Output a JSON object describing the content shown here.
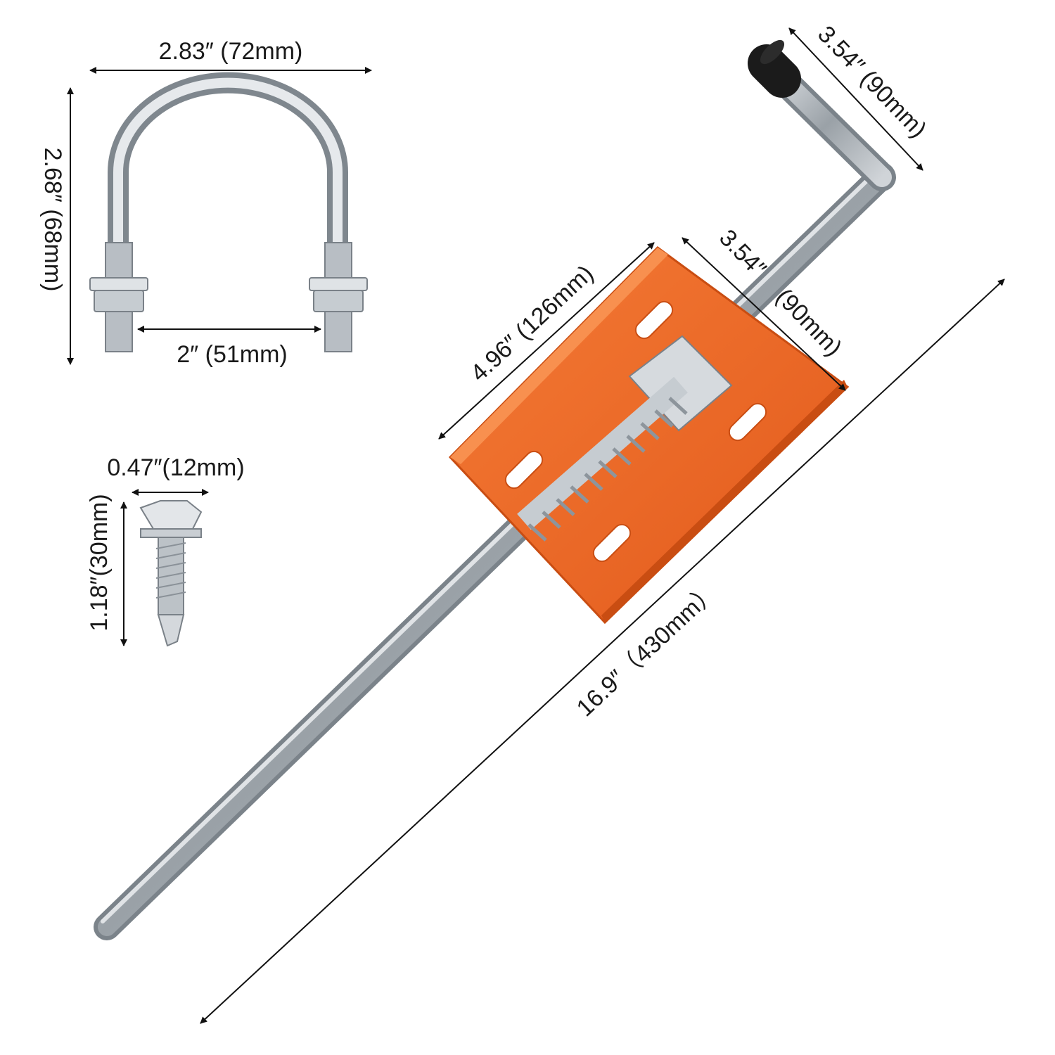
{
  "dimensions": {
    "ubolt_width": "2.83″ (72mm)",
    "ubolt_height": "2.68″ (68mm)",
    "ubolt_inner_width": "2″ (51mm)",
    "screw_head_width": "0.47″(12mm)",
    "screw_length": "1.18″(30mm)",
    "handle_length": "3.54″ (90mm)",
    "bracket_length": "4.96″ (126mm)",
    "bracket_width_value": "3.54″",
    "bracket_width_unit": "(90mm)",
    "rod_length": "16.9″（430mm）"
  },
  "colors": {
    "bracket_orange": "#ee6a2a",
    "steel": "#c9ced3",
    "cap_black": "#1b1b1b"
  }
}
